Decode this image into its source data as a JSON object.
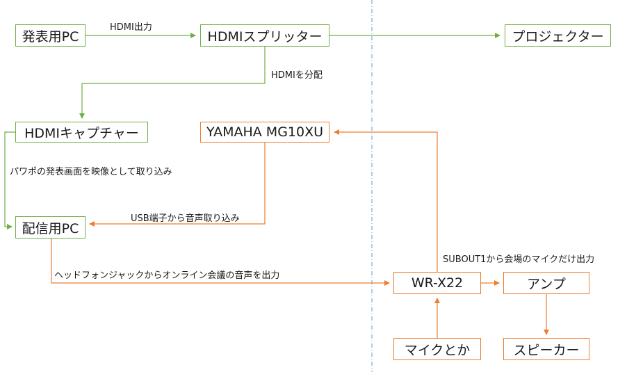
{
  "colors": {
    "green": "#70ad47",
    "orange": "#ed7d31",
    "divider": "#5b9bd5"
  },
  "nodes": {
    "pc_present": "発表用PC",
    "hdmi_splitter": "HDMIスプリッター",
    "projector": "プロジェクター",
    "hdmi_capture": "HDMIキャプチャー",
    "mixer": "YAMAHA MG10XU",
    "pc_stream": "配信用PC",
    "wr_x22": "WR-X22",
    "amp": "アンプ",
    "mic": "マイクとか",
    "speaker": "スピーカー"
  },
  "edge_labels": {
    "hdmi_out": "HDMI出力",
    "hdmi_split": "HDMIを分配",
    "capture_slides": "パワポの発表画面を映像として取り込み",
    "usb_audio": "USB端子から音声取り込み",
    "headphone_out": "ヘッドフォンジャックからオンライン会議の音声を出力",
    "subout": "SUBOUT1から会場のマイクだけ出力"
  }
}
